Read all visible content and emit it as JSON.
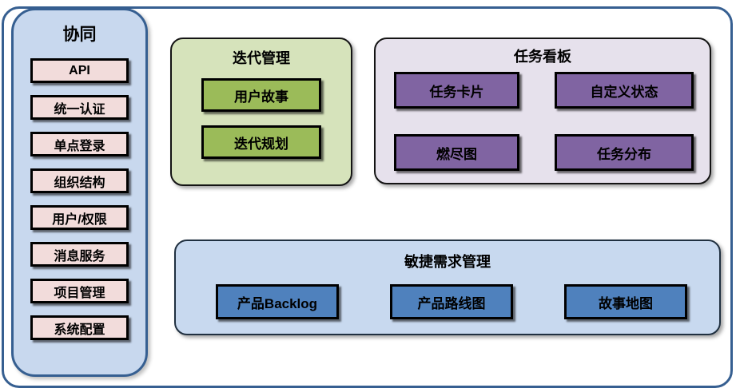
{
  "sidebar": {
    "title": "协同",
    "items": [
      "API",
      "统一认证",
      "单点登录",
      "组织结构",
      "用户/权限",
      "消息服务",
      "项目管理",
      "系统配置"
    ]
  },
  "groups": [
    {
      "title": "迭代管理",
      "items": [
        "用户故事",
        "迭代规划"
      ]
    },
    {
      "title": "任务看板",
      "items": [
        "任务卡片",
        "自定义状态",
        "燃尽图",
        "任务分布"
      ]
    },
    {
      "title": "敏捷需求管理",
      "items": [
        "产品Backlog",
        "产品路线图",
        "故事地图"
      ]
    }
  ],
  "colors": {
    "frame_border": "#365F91",
    "sidebar_fill": "#C8D8EE",
    "sidebar_border": "#365F91",
    "sidebar_item_fill": "#F2DCDB",
    "iteration_group_fill": "#D6E3BB",
    "iteration_item_fill": "#9BBB59",
    "taskboard_group_fill": "#E6E1EC",
    "taskboard_item_fill": "#8064A2",
    "agile_group_fill": "#C8D9EF",
    "agile_item_fill": "#4F81BD",
    "item_border": "#000000",
    "text": "#000000"
  }
}
